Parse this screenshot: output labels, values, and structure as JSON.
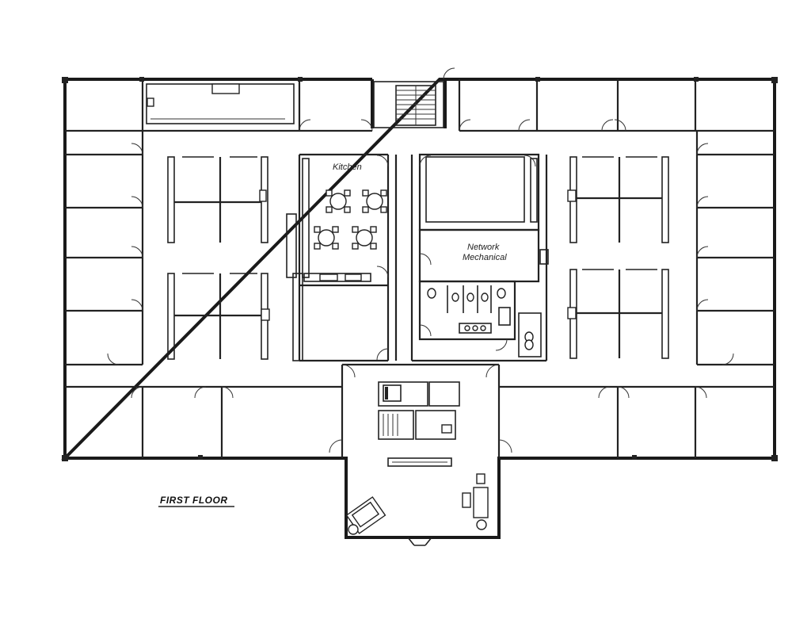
{
  "plan": {
    "title": "FIRST FLOOR",
    "rooms": {
      "kitchen": "Kitchen",
      "network_line1": "Network",
      "network_line2": "Mechanical"
    }
  }
}
